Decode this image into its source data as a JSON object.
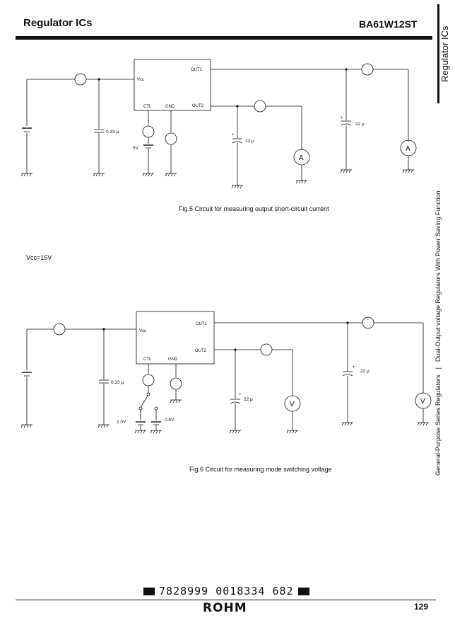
{
  "header": {
    "section_title": "Regulator ICs",
    "part_number": "BA61W12ST"
  },
  "side_tab": {
    "label": "Regulator ICs",
    "series_text": "General-Purpose Series Regulators",
    "product_text": "Dual-Output voltage Regulators With Power Saving Function"
  },
  "fig5": {
    "caption": "Fig.5   Circuit for measuring output short-circuit current",
    "pins": {
      "vcc": "Vcc",
      "ctl": "CTL",
      "gnd": "GND",
      "out1": "OUT1",
      "out2": "OUT2"
    },
    "cap_in": "0.33 μ",
    "cap_out1": "22 μ",
    "cap_out2": "22 μ",
    "ctl_source": "5V",
    "meter": "A"
  },
  "fig6": {
    "vcc_note": "Vcc=15V",
    "caption": "Fig.6   Circuit for measuring mode switching voltage",
    "pins": {
      "vcc": "Vcc",
      "ctl": "CTL",
      "gnd": "GND",
      "out1": "OUT1",
      "out2": "OUT2"
    },
    "cap_in": "0.33 μ",
    "cap_out1": "22 μ",
    "cap_out2": "22 μ",
    "source_high": "2.0V",
    "source_low": "0.8V",
    "meter": "V"
  },
  "footer": {
    "barcode_text": "7828999 0018334 682",
    "logo": "ROHM",
    "page_number": "129"
  }
}
